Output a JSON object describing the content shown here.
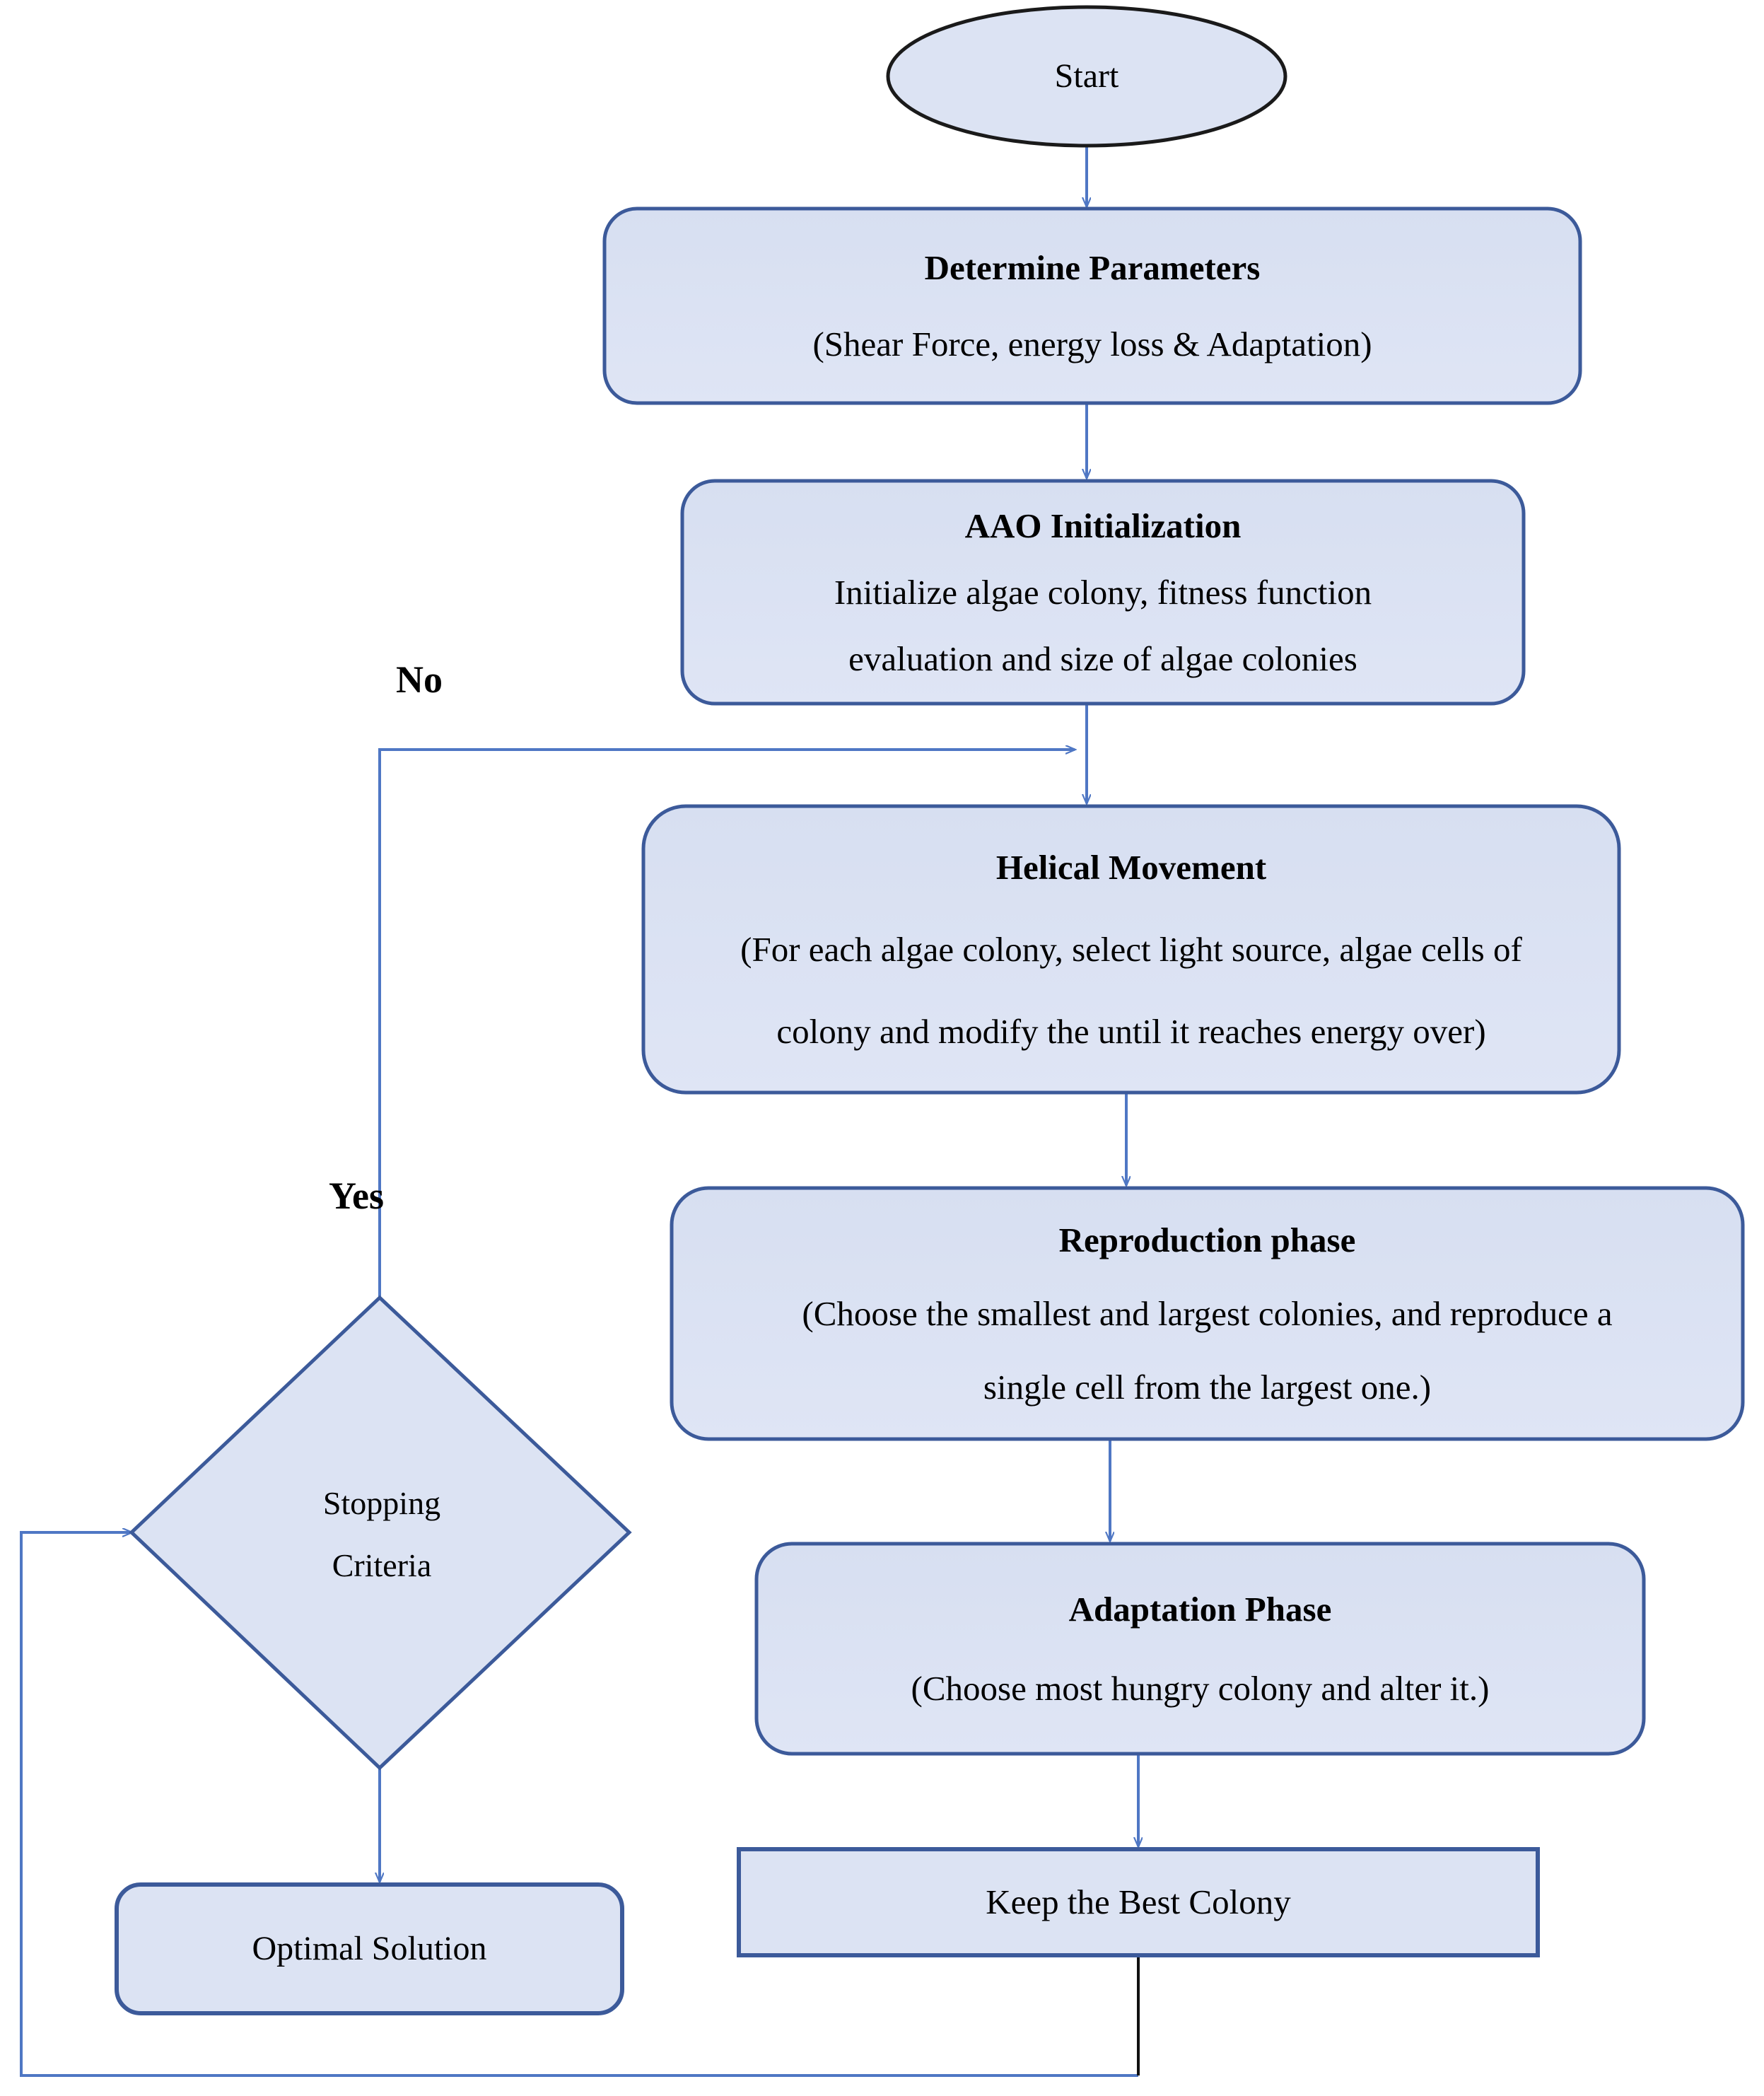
{
  "diagram": {
    "kind": "flowchart",
    "title_visible": false,
    "colors": {
      "node_fill": "#dce3f3",
      "node_border_blue": "#3c5a9a",
      "node_border_black": "#1a1a1a",
      "connector_blue": "#4f77c4",
      "connector_black": "#111111",
      "text": "#000000",
      "background": "#ffffff"
    },
    "nodes": [
      {
        "id": "start",
        "shape": "ellipse",
        "lines": [
          {
            "text": "Start",
            "bold": false
          }
        ]
      },
      {
        "id": "determine-parameters",
        "shape": "rounded-rect",
        "lines": [
          {
            "text": "Determine Parameters",
            "bold": true
          },
          {
            "text": "(Shear Force, energy loss & Adaptation)",
            "bold": false
          }
        ]
      },
      {
        "id": "aao-initialization",
        "shape": "rounded-rect",
        "lines": [
          {
            "text": "AAO Initialization",
            "bold": true
          },
          {
            "text": "Initialize algae colony, fitness function",
            "bold": false
          },
          {
            "text": "evaluation and size of algae colonies",
            "bold": false
          }
        ]
      },
      {
        "id": "helical-movement",
        "shape": "rounded-rect",
        "lines": [
          {
            "text": "Helical Movement",
            "bold": true
          },
          {
            "text": "(For each algae colony, select light source, algae cells of",
            "bold": false
          },
          {
            "text": "colony and modify the until it reaches energy over)",
            "bold": false
          }
        ]
      },
      {
        "id": "reproduction-phase",
        "shape": "rounded-rect",
        "lines": [
          {
            "text": "Reproduction phase",
            "bold": true
          },
          {
            "text": "(Choose the smallest and largest colonies, and reproduce a",
            "bold": false
          },
          {
            "text": "single cell from the largest one.)",
            "bold": false
          }
        ]
      },
      {
        "id": "adaptation-phase",
        "shape": "rounded-rect",
        "lines": [
          {
            "text": "Adaptation Phase",
            "bold": true
          },
          {
            "text": "(Choose most hungry colony and alter it.)",
            "bold": false
          }
        ]
      },
      {
        "id": "keep-the-best-colony",
        "shape": "rect",
        "lines": [
          {
            "text": "Keep the Best Colony",
            "bold": false
          }
        ]
      },
      {
        "id": "stopping-criteria",
        "shape": "diamond",
        "lines": [
          {
            "text": "Stopping",
            "bold": false
          },
          {
            "text": "Criteria",
            "bold": false
          }
        ]
      },
      {
        "id": "optimal-solution",
        "shape": "rounded-rect",
        "lines": [
          {
            "text": "Optimal Solution",
            "bold": false
          }
        ]
      }
    ],
    "edge_labels": [
      {
        "id": "label-no",
        "text": "No"
      },
      {
        "id": "label-yes",
        "text": "Yes"
      }
    ],
    "edges": [
      {
        "from": "start",
        "to": "determine-parameters",
        "label": ""
      },
      {
        "from": "determine-parameters",
        "to": "aao-initialization",
        "label": ""
      },
      {
        "from": "aao-initialization",
        "to": "helical-movement",
        "label": ""
      },
      {
        "from": "helical-movement",
        "to": "reproduction-phase",
        "label": ""
      },
      {
        "from": "reproduction-phase",
        "to": "adaptation-phase",
        "label": ""
      },
      {
        "from": "adaptation-phase",
        "to": "keep-the-best-colony",
        "label": ""
      },
      {
        "from": "keep-the-best-colony",
        "to": "stopping-criteria",
        "label": ""
      },
      {
        "from": "stopping-criteria",
        "to": "helical-movement",
        "label": "No"
      },
      {
        "from": "stopping-criteria",
        "to": "optimal-solution",
        "label": "Yes"
      }
    ]
  }
}
